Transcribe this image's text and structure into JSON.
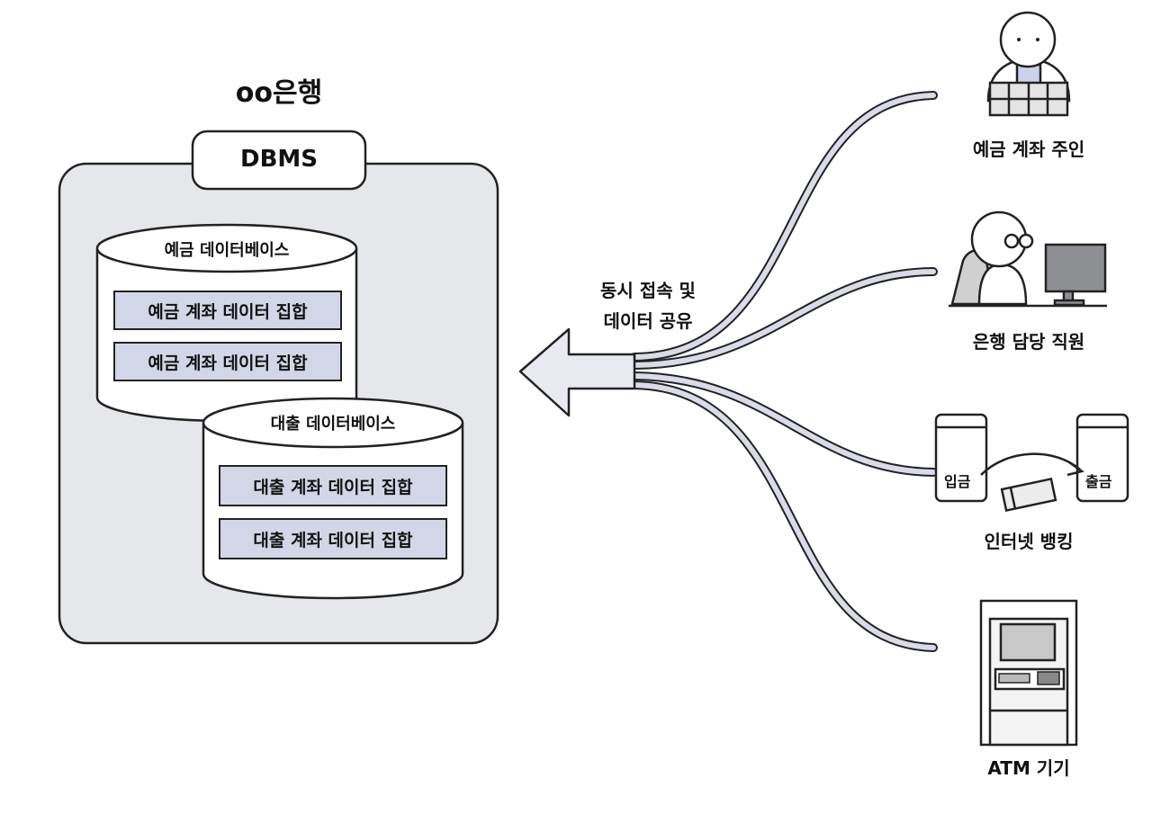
{
  "bank": {
    "title": "oo은행",
    "dbms_label": "DBMS",
    "databases": [
      {
        "name": "예금 데이터베이스",
        "sets": [
          "예금 계좌 데이터 집합",
          "예금 계좌 데이터 집합"
        ]
      },
      {
        "name": "대출 데이터베이스",
        "sets": [
          "대출 계좌 데이터 집합",
          "대출 계좌 데이터 집합"
        ]
      }
    ]
  },
  "connection": {
    "label_line1": "동시 접속 및",
    "label_line2": "데이터 공유"
  },
  "actors": [
    {
      "name": "예금 계좌 주인",
      "icon": "account-owner-icon"
    },
    {
      "name": "은행 담당 직원",
      "icon": "bank-staff-icon"
    },
    {
      "name": "인터넷 뱅킹",
      "icon": "internet-banking-icon",
      "deposit_label": "입금",
      "withdraw_label": "출금"
    },
    {
      "name": "ATM 기기",
      "icon": "atm-icon"
    }
  ],
  "colors": {
    "dbms_fill": "#e6e7ea",
    "data_set_fill": "#d3d6e6",
    "line_fill": "#d9dbe8",
    "arrow_fill": "#e8e9f1",
    "stroke": "#222222"
  }
}
